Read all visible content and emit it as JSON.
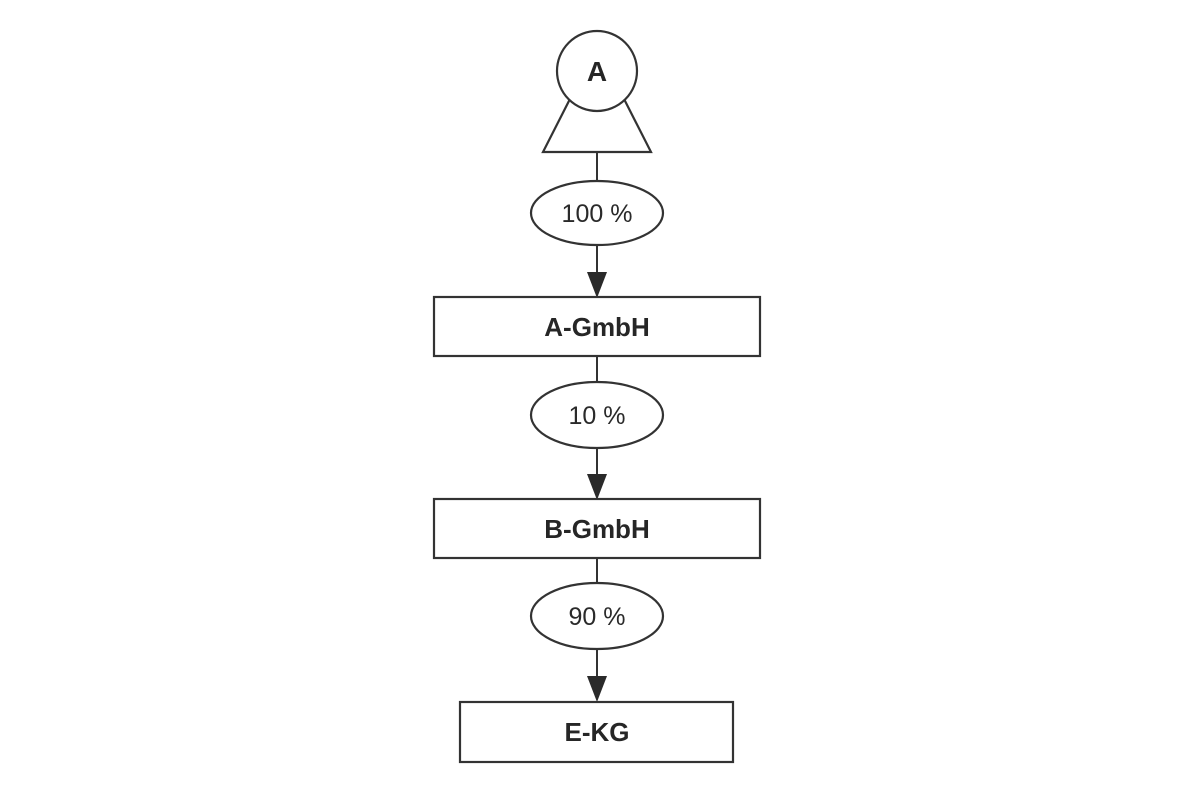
{
  "diagram": {
    "type": "ownership-structure-flow",
    "background_color": "#ffffff",
    "stroke_color": "#333333",
    "text_color": "#262626",
    "person": {
      "label": "A"
    },
    "nodes": [
      {
        "label": "A-GmbH"
      },
      {
        "label": "B-GmbH"
      },
      {
        "label": "E-KG"
      }
    ],
    "edges": [
      {
        "from": "A",
        "to": "A-GmbH",
        "label": "100 %"
      },
      {
        "from": "A-GmbH",
        "to": "B-GmbH",
        "label": "10 %"
      },
      {
        "from": "B-GmbH",
        "to": "E-KG",
        "label": "90 %"
      }
    ]
  }
}
